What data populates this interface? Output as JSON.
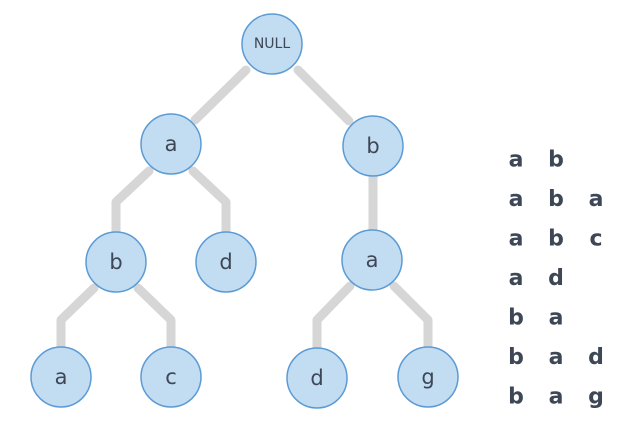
{
  "tree": {
    "nodes": [
      {
        "id": "root",
        "label": "NULL"
      },
      {
        "id": "n_a",
        "label": "a"
      },
      {
        "id": "n_b",
        "label": "b"
      },
      {
        "id": "n_ab",
        "label": "b"
      },
      {
        "id": "n_ad",
        "label": "d"
      },
      {
        "id": "n_ba",
        "label": "a"
      },
      {
        "id": "n_aba",
        "label": "a"
      },
      {
        "id": "n_abc",
        "label": "c"
      },
      {
        "id": "n_bad",
        "label": "d"
      },
      {
        "id": "n_bag",
        "label": "g"
      }
    ],
    "edges": [
      [
        "root",
        "n_a"
      ],
      [
        "root",
        "n_b"
      ],
      [
        "n_a",
        "n_ab"
      ],
      [
        "n_a",
        "n_ad"
      ],
      [
        "n_b",
        "n_ba"
      ],
      [
        "n_ab",
        "n_aba"
      ],
      [
        "n_ab",
        "n_abc"
      ],
      [
        "n_ba",
        "n_bad"
      ],
      [
        "n_ba",
        "n_bag"
      ]
    ]
  },
  "sequences": [
    [
      "a",
      "b"
    ],
    [
      "a",
      "b",
      "a"
    ],
    [
      "a",
      "b",
      "c"
    ],
    [
      "a",
      "d"
    ],
    [
      "b",
      "a"
    ],
    [
      "b",
      "a",
      "d"
    ],
    [
      "b",
      "a",
      "g"
    ]
  ]
}
